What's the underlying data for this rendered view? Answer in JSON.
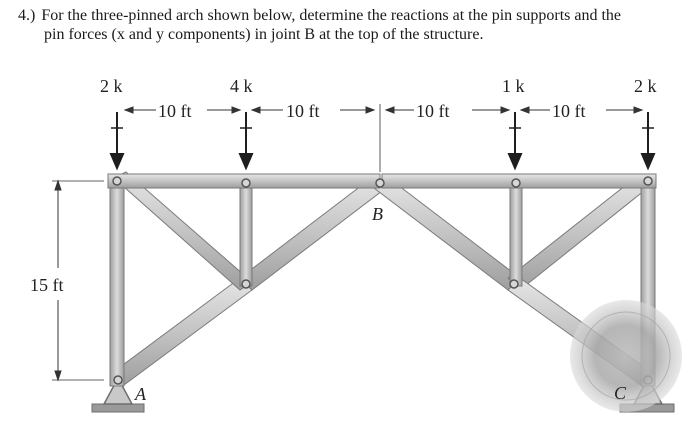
{
  "problem": {
    "number": "4.)",
    "line1": "For the three-pinned arch shown below, determine the reactions at the pin supports and the",
    "line2": "pin forces (x and y components) in joint B at the top of the structure."
  },
  "loads": [
    "2 k",
    "4 k",
    "1 k",
    "2 k"
  ],
  "spacings": [
    "10 ft",
    "10 ft",
    "10 ft",
    "10 ft"
  ],
  "height": "15 ft",
  "joints": {
    "left_support": "A",
    "top_pin": "B",
    "right_support": "C"
  },
  "colors": {
    "member_fill": "#c9c9c9",
    "member_stroke": "#7a7a7a",
    "highlight": "#8f8f8f"
  }
}
